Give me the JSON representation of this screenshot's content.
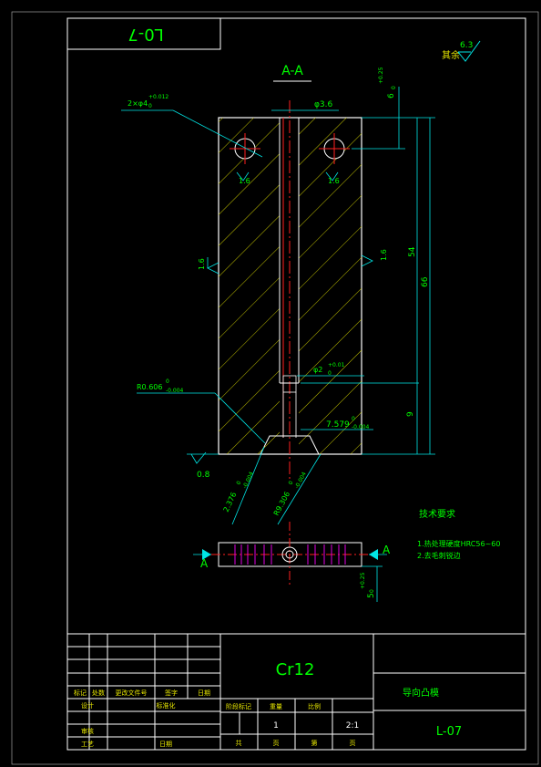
{
  "drawing": {
    "code_top_mirrored": "L0-7",
    "section_label": "A-A",
    "surface_roughness_general": "其余",
    "roughness_value_general": "6.3",
    "hole_spec": "2×φ4",
    "hole_tol_upper": "+0.012",
    "hole_tol_lower": "0",
    "bore_dia": "φ3.6",
    "dim_top_value": "6",
    "dim_top_upper": "+0.25",
    "dim_top_lower": "0",
    "dim_54": "54",
    "dim_66": "66",
    "dim_9": "9",
    "roughness_1_6_a": "1.6",
    "roughness_1_6_b": "1.6",
    "roughness_1_6_c": "1.6",
    "roughness_1_6_d": "1.6",
    "roughness_0_8": "0.8",
    "small_hole_spec": "φ2",
    "small_hole_upper": "+0.01",
    "small_hole_lower": "0",
    "radius_left": "R0.606",
    "radius_left_upper": "0",
    "radius_left_lower": "-0.004",
    "dim_7579": "7.579",
    "dim_7579_upper": "0",
    "dim_7579_lower": "-0.004",
    "dim_2376": "2.376",
    "dim_2376_upper": "0",
    "dim_2376_lower": "-0.004",
    "radius_9306": "R9.306",
    "radius_9306_upper": "0",
    "radius_9306_lower": "-0.004",
    "section_mark_a_left": "A",
    "section_mark_a_right": "A",
    "dim_bottom_value": "5",
    "dim_bottom_upper": "+0.25",
    "dim_bottom_lower": "0"
  },
  "tech_requirements": {
    "title": "技术要求",
    "item1": "1.热处理硬度HRC56~60",
    "item2": "2.去毛刺锐边"
  },
  "title_block": {
    "material": "Cr12",
    "part_name": "导向凸模",
    "drawing_no": "L-07",
    "hdr_mark": "标记",
    "hdr_count": "处数",
    "hdr_change_doc": "更改文件号",
    "hdr_sign": "签字",
    "hdr_date": "日期",
    "hdr_design": "设计",
    "hdr_standard": "标准化",
    "hdr_review": "审核",
    "hdr_process": "工艺",
    "hdr_date2": "日期",
    "hdr_stage": "阶段标记",
    "hdr_weight": "重量",
    "hdr_ratio": "比例",
    "hdr_weight_value": "1",
    "hdr_ratio_value": "2:1",
    "hdr_sheet_total": "共",
    "hdr_sheet_total_unit": "页",
    "hdr_sheet": "第",
    "hdr_sheet_unit": "页"
  }
}
